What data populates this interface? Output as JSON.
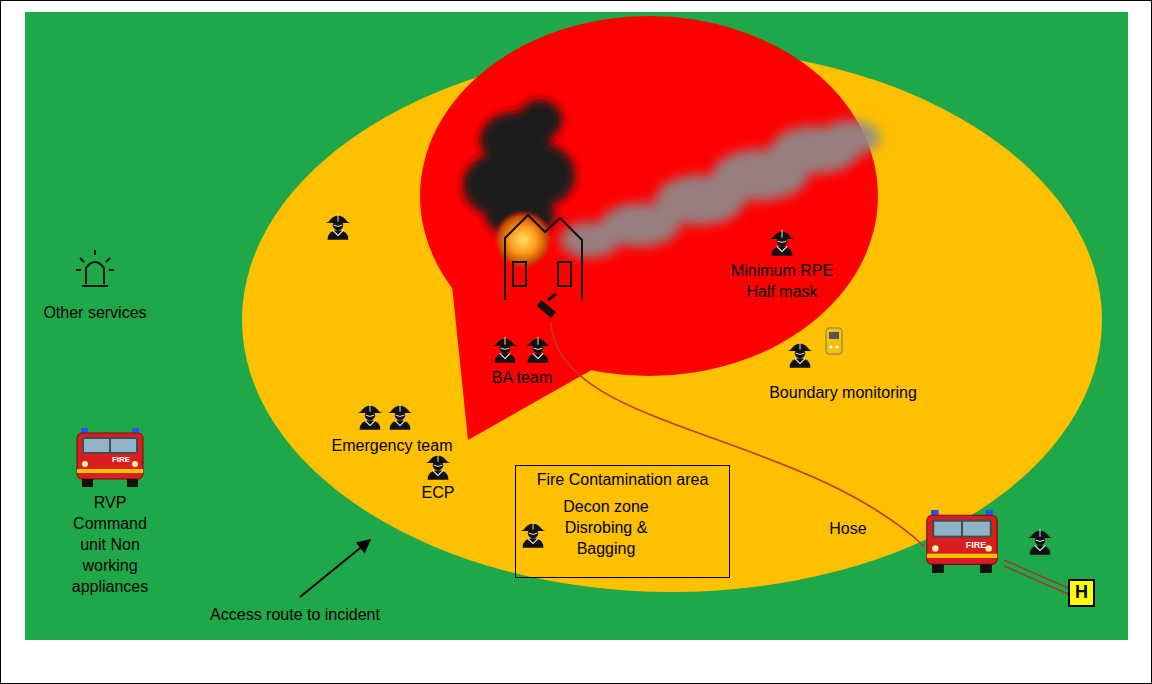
{
  "diagram": {
    "nodes": [
      {
        "text": [
          "Fire Contamination area",
          "Decon zone Disrobing & Bagging"
        ]
      },
      {
        "text": [
          "H"
        ]
      }
    ],
    "labels": [
      "Minimum RPE Half mask",
      "BA team",
      "Boundary monitoring",
      "Emergency team",
      "ECP",
      "Hose",
      "Other services",
      "RVP Command unit Non working appliances",
      "Access route to incident",
      "FIRE",
      "FIRE"
    ]
  }
}
